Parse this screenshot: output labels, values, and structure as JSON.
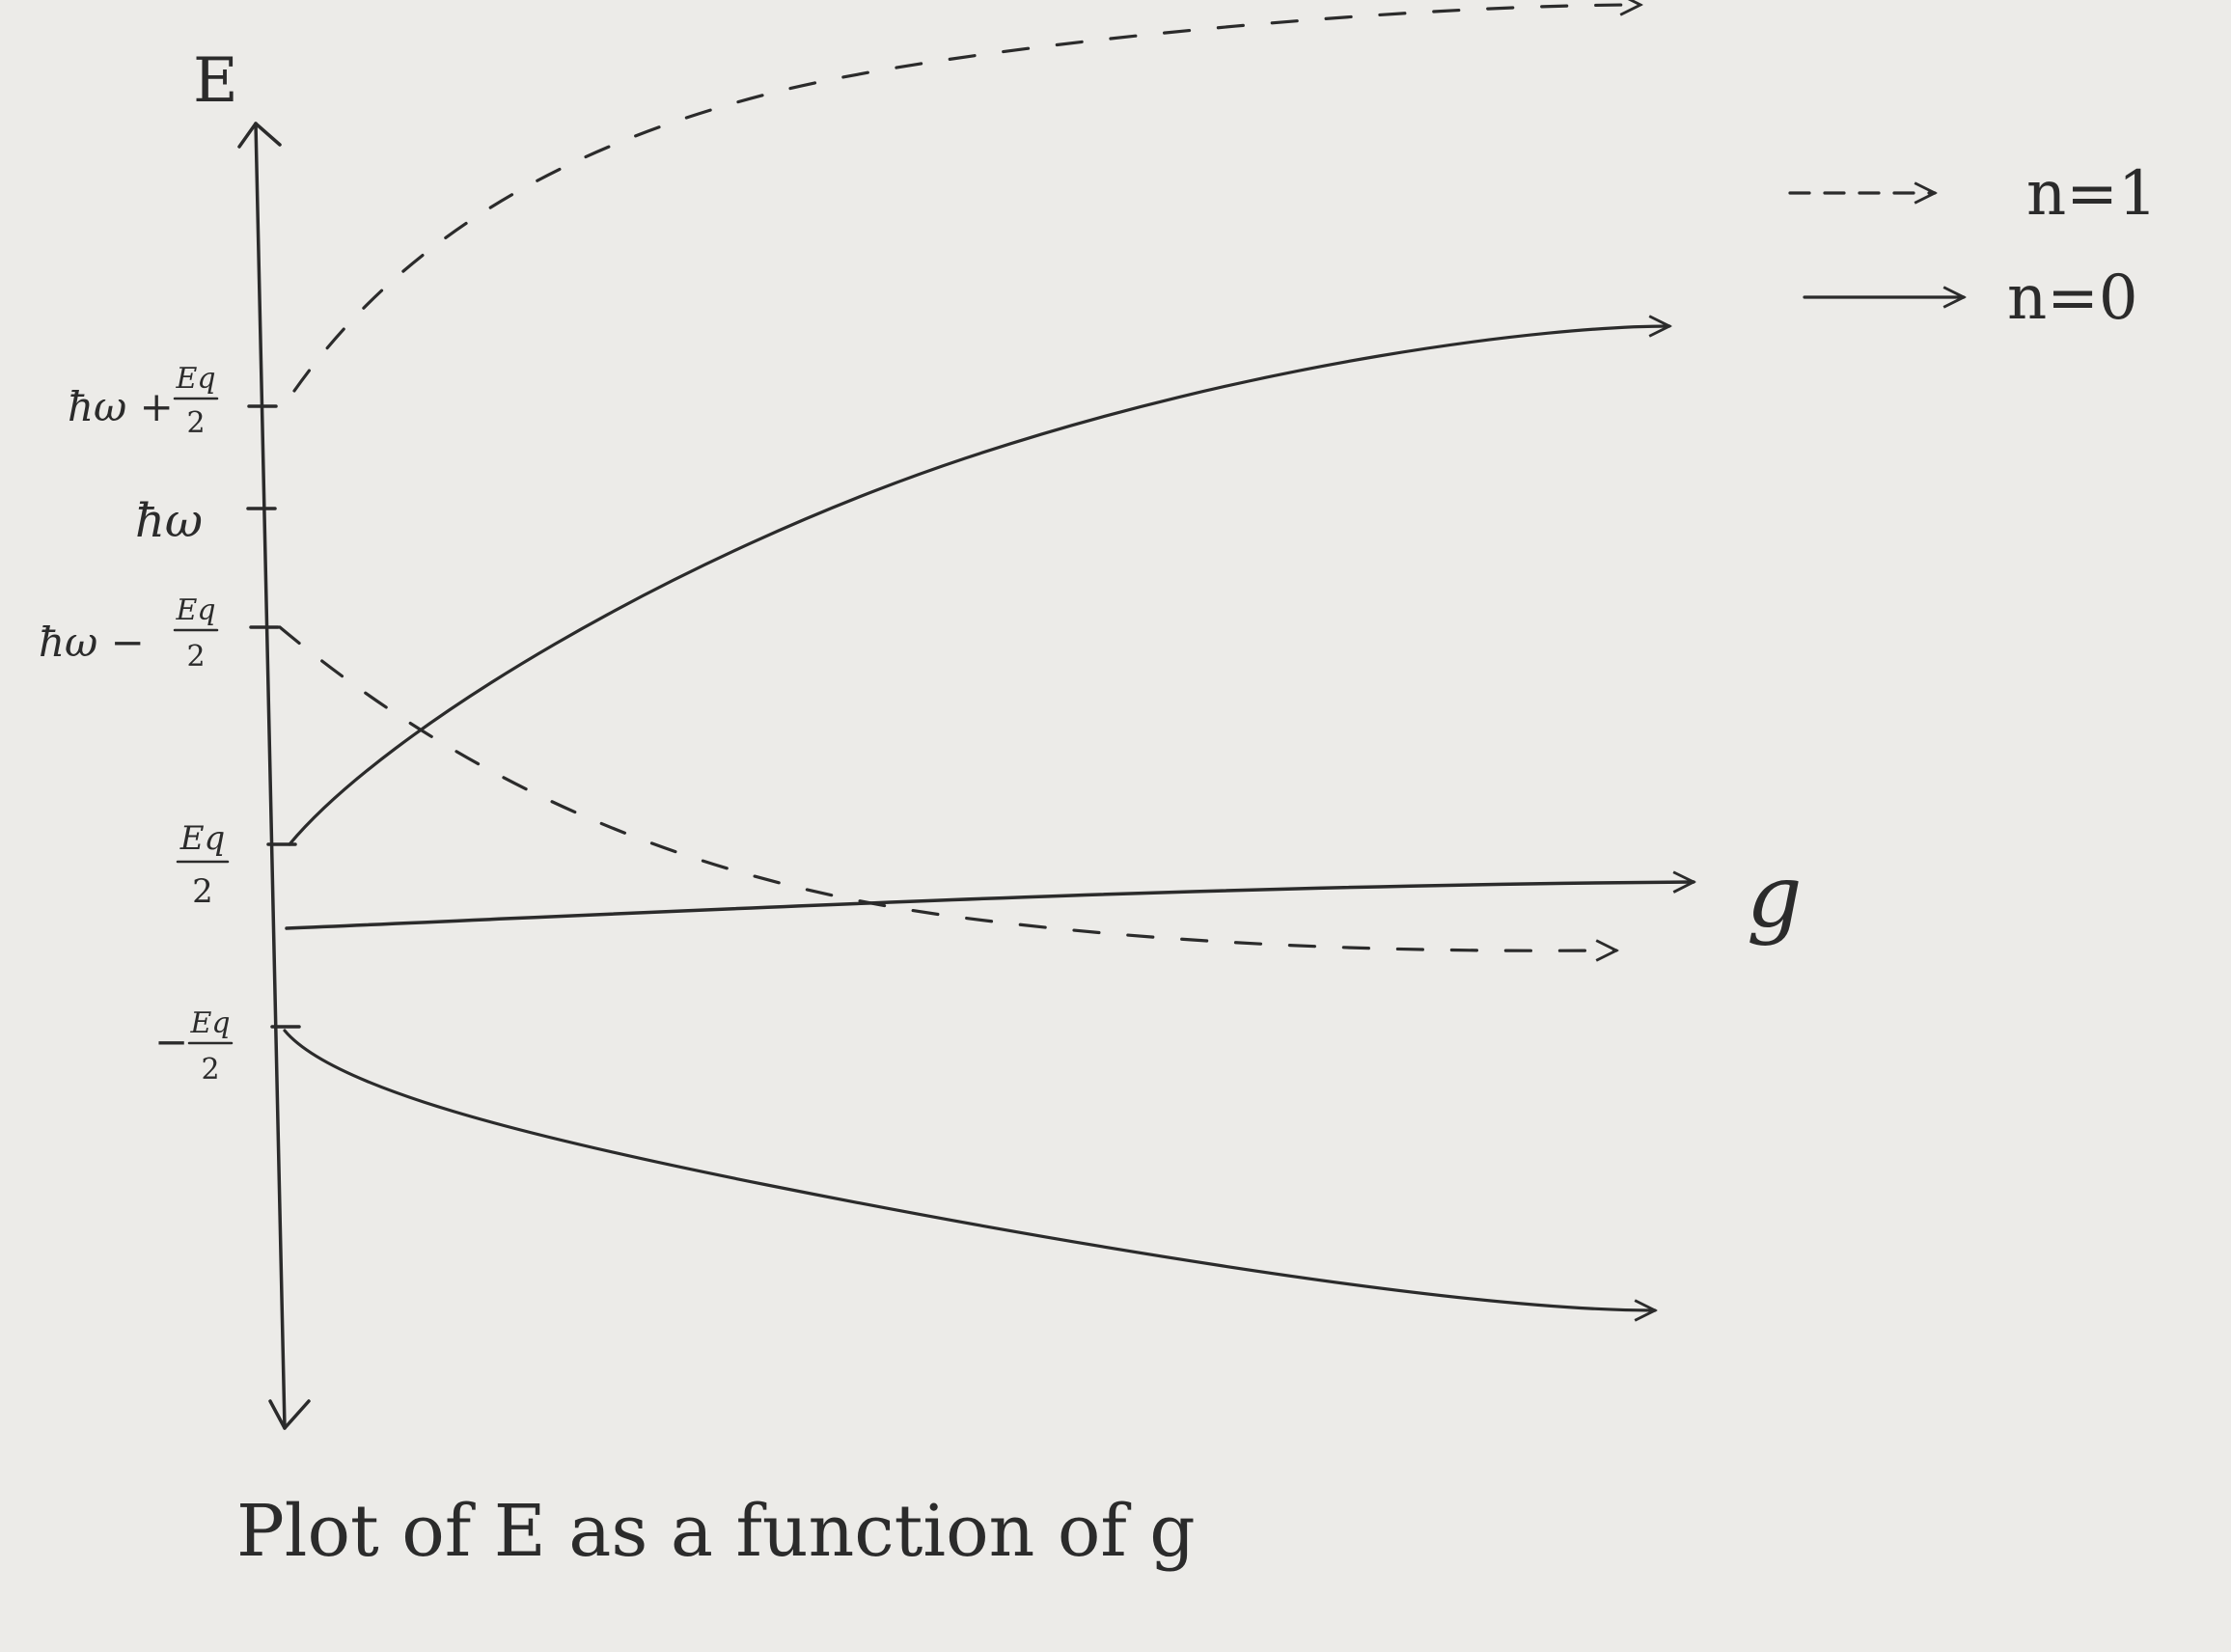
{
  "chart_data": {
    "type": "line",
    "title": "Plot of E as a function of g",
    "xlabel": "g",
    "ylabel": "E",
    "legend_position": "top-right",
    "grid": false,
    "legend": [
      {
        "label": "n=1",
        "style": "dashed"
      },
      {
        "label": "n=0",
        "style": "solid"
      }
    ],
    "y_ticks": [
      {
        "label": "ħω + Eq/2",
        "prefix": "ħω +",
        "value": "ħω+εq/2"
      },
      {
        "label": "ħω",
        "prefix": "ħω",
        "value": "ħω"
      },
      {
        "label": "ħω − Eq/2",
        "prefix": "ħω −",
        "value": "ħω−εq/2"
      },
      {
        "label": "Eq/2",
        "prefix": "",
        "value": "εq/2"
      },
      {
        "label": "− Eq/2",
        "prefix": "−",
        "value": "−εq/2"
      }
    ],
    "tick_fraction": {
      "numerator": "Eq",
      "denominator": "2"
    },
    "series": [
      {
        "name": "n=1",
        "style": "dashed",
        "start": "ħω+εq/2",
        "trend": "increasing"
      },
      {
        "name": "n=1",
        "style": "dashed",
        "start": "ħω−εq/2",
        "trend": "decreasing"
      },
      {
        "name": "n=0",
        "style": "solid",
        "start": "εq/2",
        "trend": "increasing"
      },
      {
        "name": "n=0",
        "style": "solid",
        "start": "−εq/2",
        "trend": "decreasing"
      }
    ]
  }
}
